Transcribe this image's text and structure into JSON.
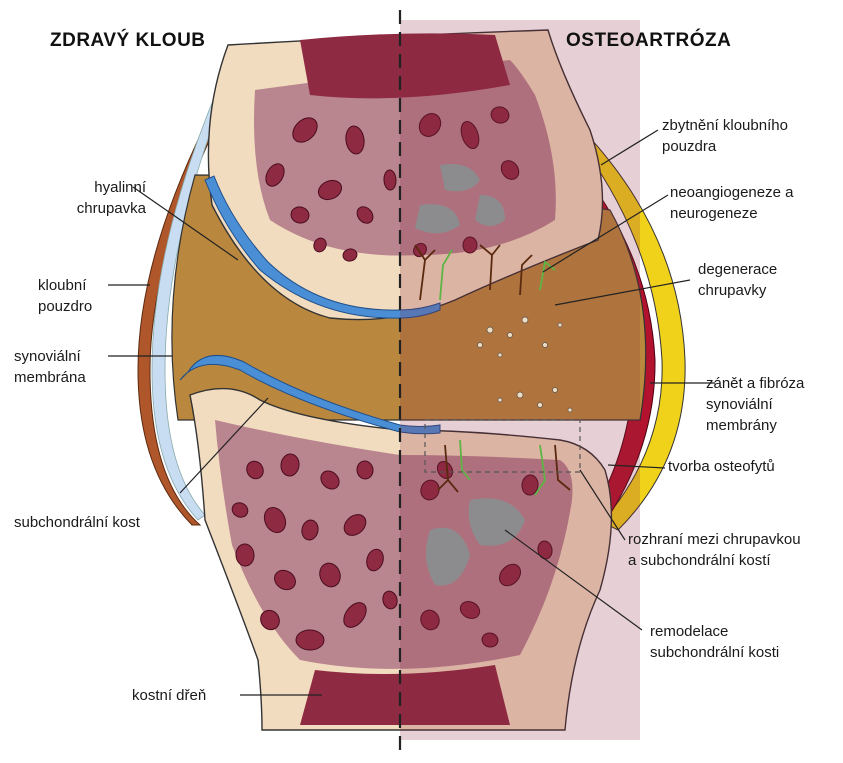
{
  "headers": {
    "left": "ZDRAVÝ KLOUB",
    "right": "OSTEOARTRÓZA"
  },
  "labels": {
    "hyaline_1": "hyalinní",
    "hyaline_2": "chrupavka",
    "capsule_1": "kloubní",
    "capsule_2": "pouzdro",
    "synovial_1": "synoviální",
    "synovial_2": "membrána",
    "subchondral": "subchondrální kost",
    "marrow": "kostní dřeň",
    "capsule_thick_1": "zbytnění kloubního",
    "capsule_thick_2": "pouzdra",
    "neo_1": "neoangiogeneze a",
    "neo_2": "neurogeneze",
    "degen_1": "degenerace",
    "degen_2": "chrupavky",
    "inflam_1": "zánět a fibróza",
    "inflam_2": "synoviální",
    "inflam_3": "membrány",
    "osteophyte": "tvorba osteofytů",
    "interface_1": "rozhraní mezi chrupavkou",
    "interface_2": "a subchondrální kostí",
    "remodel_1": "remodelace",
    "remodel_2": "subchondrální kosti"
  },
  "colors": {
    "bone": "#f2dcc0",
    "spongy": "#b9858f",
    "marrow_dark": "#8e2a42",
    "synovial_fluid": "#b9883e",
    "cartilage": "#4a8fd6",
    "capsule_brown": "#b0562b",
    "capsule_light": "#c8ddf2",
    "inflamed_red": "#b3122e",
    "inflamed_yellow": "#f0d21a",
    "grey_lesion": "#8c8c8f",
    "vessel_green": "#5cb544",
    "vessel_brown": "#5a2a10"
  }
}
